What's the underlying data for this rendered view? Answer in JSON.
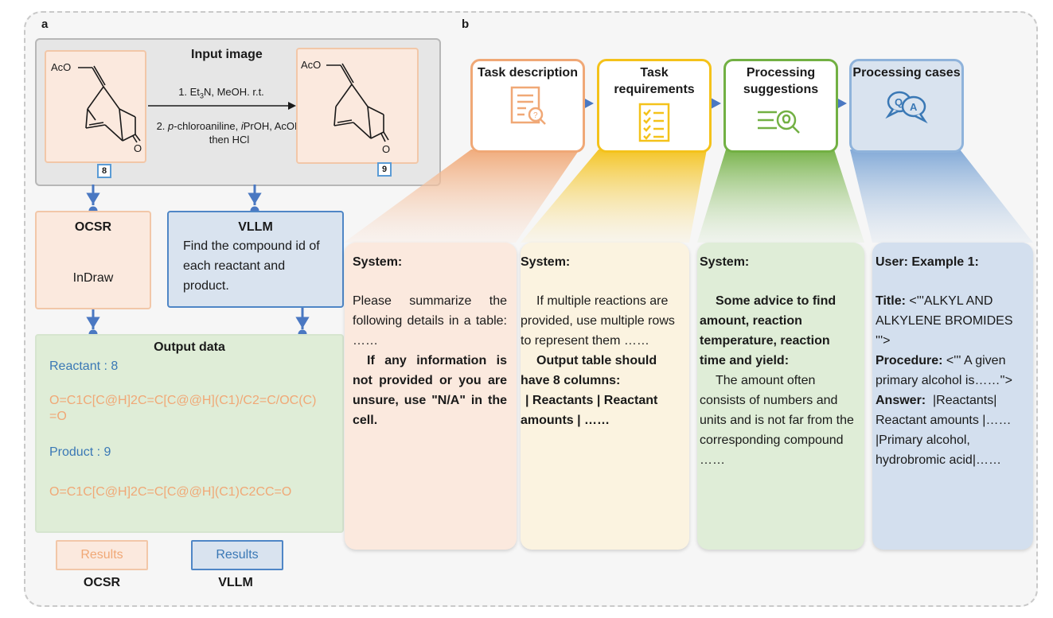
{
  "panel_a": {
    "letter": "a",
    "input_title": "Input image",
    "reactant_label": "AcO",
    "product_label": "AcO",
    "oxygen": "O",
    "reactant_id": "8",
    "product_id": "9",
    "step1_a": "1. Et",
    "step1_sub": "3",
    "step1_b": "N, MeOH. r.t.",
    "step2_a": "2. ",
    "step2_b": "p",
    "step2_c": "-chloroaniline, ",
    "step2_d": "i",
    "step2_e": "PrOH, AcOH",
    "step2_f": "then HCl",
    "ocsr_title": "OCSR",
    "ocsr_tool": "InDraw",
    "vllm_title": "VLLM",
    "vllm_text": "Find the compound id of each reactant and product.",
    "output_title": "Output data",
    "reactant_line": "Reactant : 8",
    "reactant_smiles": "O=C1C[C@H]2C=C[C@@H](C1)/C2=C/OC(C)=O",
    "product_line": "Product : 9",
    "product_smiles": "O=C1C[C@H]2C=C[C@@H](C1)C2CC=O",
    "results_ocsr_btn": "Results",
    "results_vllm_btn": "Results",
    "results_ocsr_label": "OCSR",
    "results_vllm_label": "VLLM"
  },
  "panel_b": {
    "letter": "b",
    "headers": [
      {
        "title": "Task description",
        "icon": "document-search-icon"
      },
      {
        "title": "Task requirements",
        "icon": "checklist-icon"
      },
      {
        "title": "Processing suggestions",
        "icon": "lightbulb-search-icon"
      },
      {
        "title": "Processing cases",
        "icon": "qa-bubbles-icon"
      }
    ],
    "cards": {
      "c1_head": "System:",
      "c1_p1": "Please summarize the following details in a table: ……",
      "c1_p2": "If any information is not provided or you are unsure, use \"N/A\" in the cell.",
      "c2_head": "System:",
      "c2_p1": "If multiple reactions are provided, use multiple rows to represent them ……",
      "c2_p2": "Output table should have 8 columns:",
      "c2_p3": "| Reactants | Reactant amounts | ……",
      "c3_head": "System:",
      "c3_p1": "Some advice to find amount, reaction temperature, reaction time and yield:",
      "c3_p2": "The amount often consists of numbers and units and is not far from the corresponding compound ……",
      "c4_head": "User: Example 1:",
      "c4_title_label": "Title:",
      "c4_title_value": "<'''ALKYL AND ALKYLENE BROMIDES '''>",
      "c4_proc_label": "Procedure:",
      "c4_proc_value": "<''' A given primary alcohol is……''>",
      "c4_ans_label": "Answer:",
      "c4_ans_value": "|Reactants| Reactant amounts |…… |Primary alcohol, hydrobromic acid|……"
    }
  },
  "colors": {
    "orange": "#f0a876",
    "yellow": "#f4c21a",
    "green": "#72b043",
    "blue": "#8fb3db",
    "arrow_blue": "#4a78c2"
  }
}
